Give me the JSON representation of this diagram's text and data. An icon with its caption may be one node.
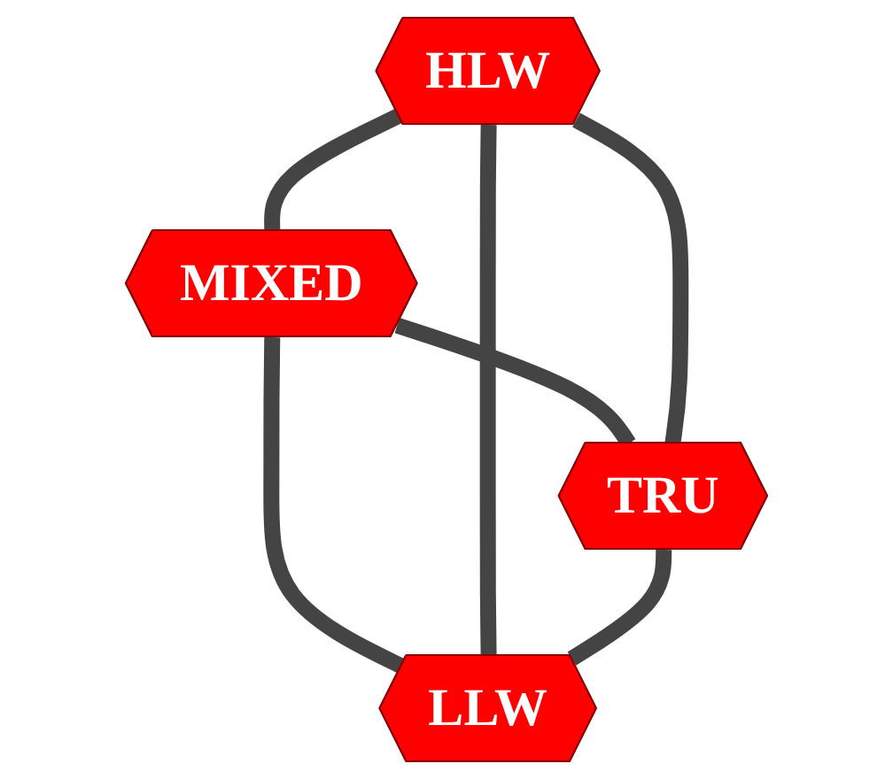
{
  "diagram": {
    "nodes": [
      {
        "text": [
          "HLW"
        ]
      },
      {
        "text": [
          "MIXED"
        ]
      },
      {
        "text": [
          "TRU"
        ]
      },
      {
        "text": [
          "LLW"
        ]
      }
    ],
    "edges": [
      {
        "from": 0,
        "to": 1,
        "arrow": "none"
      },
      {
        "from": 1,
        "to": 2,
        "arrow": "none"
      },
      {
        "from": 1,
        "to": 3,
        "arrow": "none"
      },
      {
        "from": 0,
        "to": 2,
        "arrow": "none"
      },
      {
        "from": 0,
        "to": 3,
        "arrow": "none"
      },
      {
        "from": 2,
        "to": 3,
        "arrow": "none"
      }
    ]
  }
}
